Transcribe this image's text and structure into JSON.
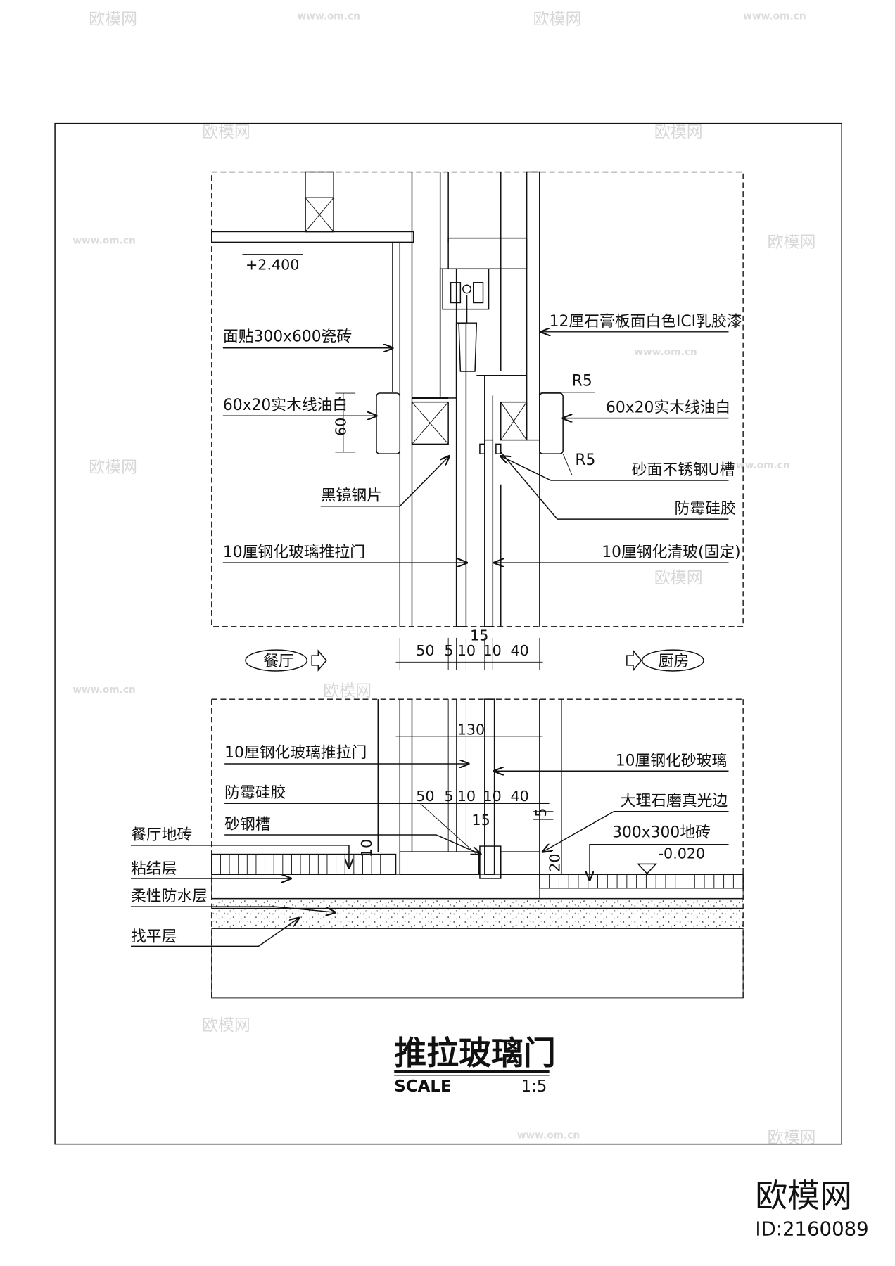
{
  "drawing": {
    "title": "推拉玻璃门",
    "scale_label": "SCALE",
    "scale_value": "1:5"
  },
  "top_section": {
    "level": "+2.400",
    "labels_left": [
      "面贴300x600瓷砖",
      "60x20实木线油白",
      "黑镜钢片",
      "10厘钢化玻璃推拉门"
    ],
    "labels_right": [
      "12厘石膏板面白色ICI乳胶漆",
      "R5",
      "60x20实木线油白",
      "R5",
      "砂面不锈钢U槽",
      "防霉硅胶",
      "10厘钢化清玻(固定)"
    ],
    "dim_vertical": "60",
    "dims": [
      "50",
      "5",
      "10",
      "10",
      "40"
    ],
    "dim_gap": "15"
  },
  "rooms": {
    "left": "餐厅",
    "right": "厨房"
  },
  "bottom_section": {
    "dim_total": "130",
    "dims": [
      "50",
      "5",
      "10",
      "10",
      "40"
    ],
    "dim_gap": "15",
    "dim_small": "5",
    "dim_left": "10",
    "dim_height": "20",
    "labels_left": [
      "10厘钢化玻璃推拉门",
      "防霉硅胶",
      "砂钢槽"
    ],
    "labels_far_left": [
      "餐厅地砖",
      "粘结层",
      "柔性防水层",
      "找平层"
    ],
    "labels_right": [
      "10厘钢化砂玻璃",
      "大理石磨真光边",
      "300x300地砖"
    ],
    "level": "-0.020"
  },
  "watermark": {
    "brand": "欧模网",
    "site": "www.om.cn",
    "id": "ID:2160089"
  }
}
